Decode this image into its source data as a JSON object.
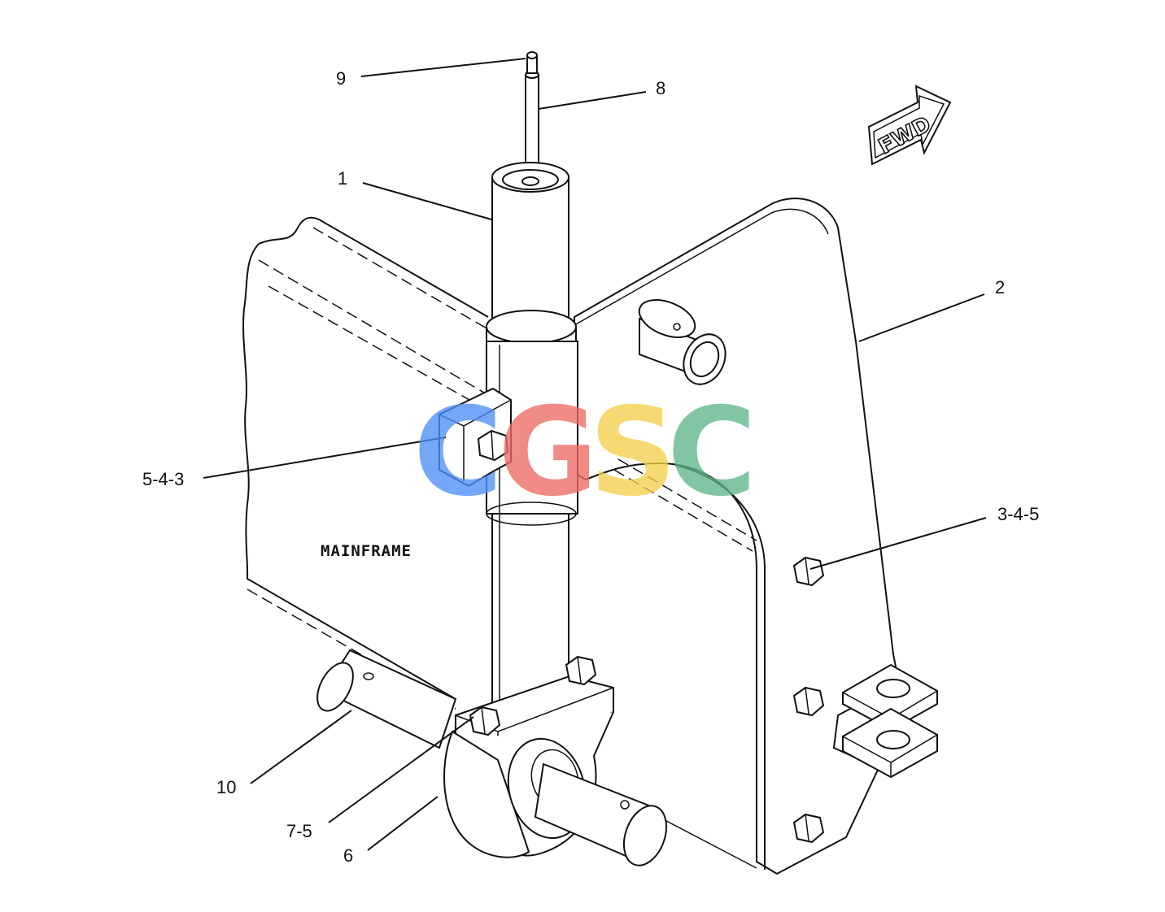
{
  "diagram": {
    "frame_label": "MAINFRAME",
    "direction_label": "FWD",
    "callouts": [
      {
        "id": "c9",
        "text": "9"
      },
      {
        "id": "c8",
        "text": "8"
      },
      {
        "id": "c1",
        "text": "1"
      },
      {
        "id": "c2",
        "text": "2"
      },
      {
        "id": "c5a",
        "text": "5-4-3"
      },
      {
        "id": "c3b",
        "text": "3-4-5"
      },
      {
        "id": "c10",
        "text": "10"
      },
      {
        "id": "c75",
        "text": "7-5"
      },
      {
        "id": "c6",
        "text": "6"
      }
    ]
  },
  "watermark": {
    "letters": [
      "C",
      "G",
      "S",
      "C"
    ],
    "colors": [
      "#4f8ff7",
      "#ee6b63",
      "#f6cf4e",
      "#5fb58a"
    ]
  }
}
